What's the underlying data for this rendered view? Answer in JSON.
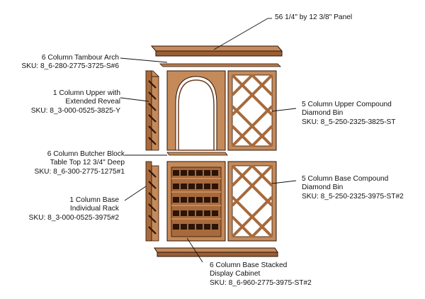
{
  "callouts": {
    "panel": {
      "line1": "56 1/4\" by 12 3/8\" Panel"
    },
    "tambour_arch": {
      "line1": "6 Column Tambour Arch",
      "sku": "SKU: 8_6-280-2775-3725-S#6"
    },
    "upper_extended": {
      "line1": "1 Column Upper with",
      "line2": "Extended Reveal",
      "sku": "SKU: 8_3-000-0525-3825-Y"
    },
    "butcher_block": {
      "line1": "6 Column Butcher Block",
      "line2": "Table Top 12 3/4\" Deep",
      "sku": "SKU: 8_6-300-2775-1275#1"
    },
    "base_individual": {
      "line1": "1 Column Base",
      "line2": "Individual Rack",
      "sku": "SKU: 8_3-000-0525-3975#2"
    },
    "upper_diamond": {
      "line1": "5 Column Upper Compound",
      "line2": "Diamond Bin",
      "sku": "SKU: 8_5-250-2325-3825-ST"
    },
    "base_diamond": {
      "line1": "5 Column Base Compound",
      "line2": "Diamond Bin",
      "sku": "SKU: 8_5-250-2325-3975-ST#2"
    },
    "display_cabinet": {
      "line1": "6 Column Base Stacked",
      "line2": "Display Cabinet",
      "sku": "SKU: 8_6-960-2775-3975-ST#2"
    }
  },
  "colors": {
    "wood_light": "#c58a5a",
    "wood_mid": "#a86a3c",
    "wood_dark": "#6e3a1c",
    "outline": "#2a1408",
    "leader": "#111111"
  }
}
